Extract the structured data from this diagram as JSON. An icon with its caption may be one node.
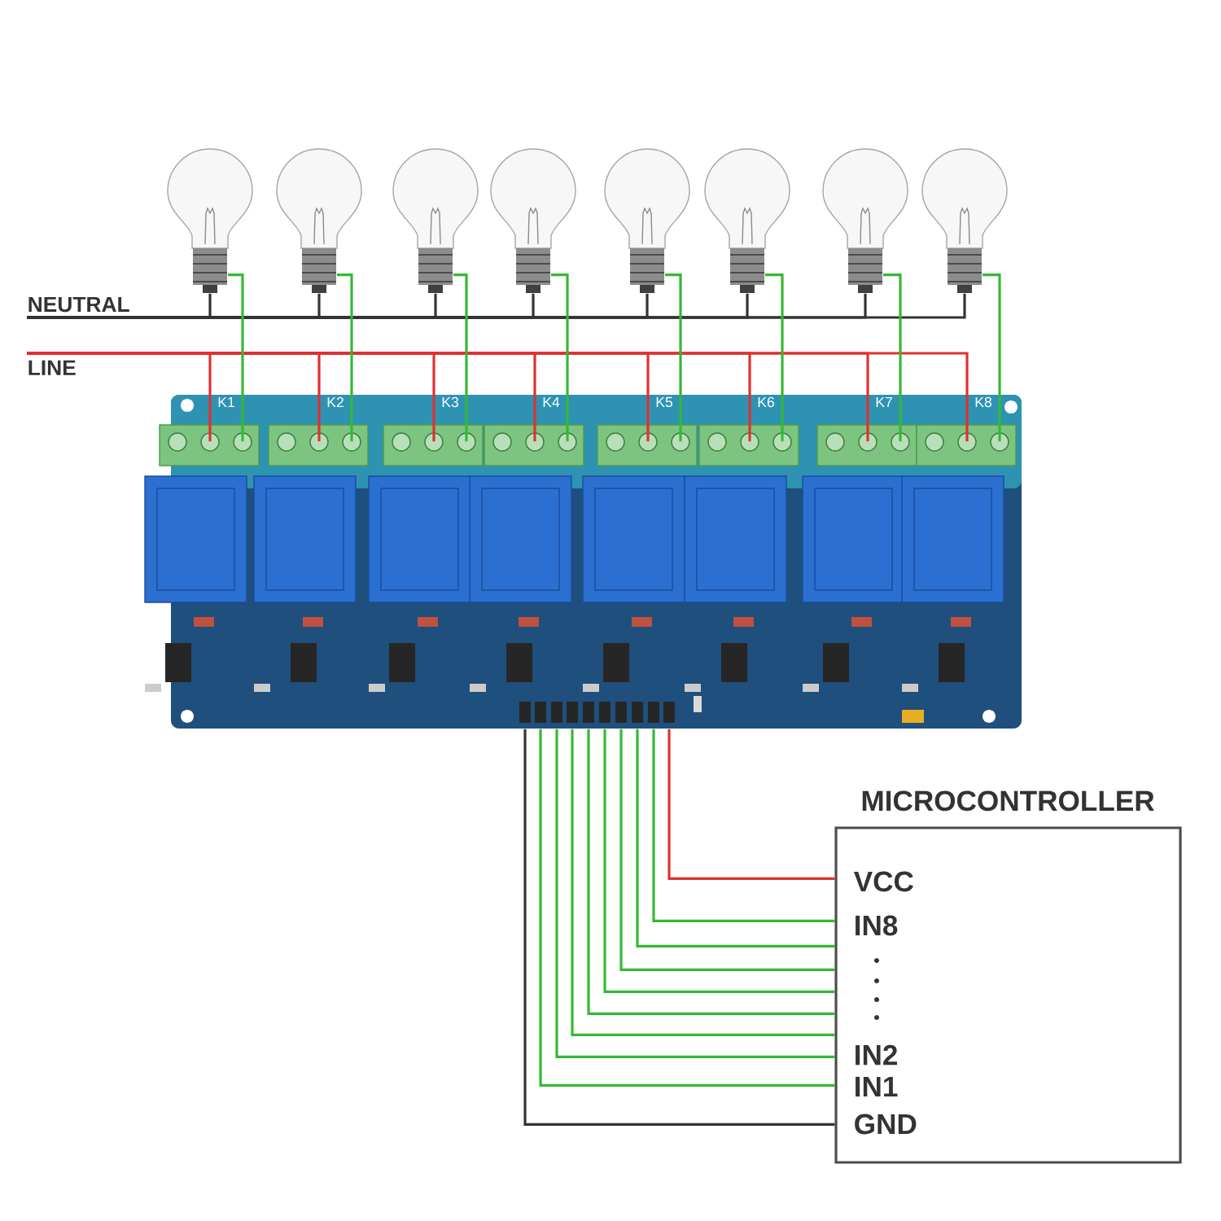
{
  "diagram": {
    "nodes": [
      {
        "text": [],
        "shape": "picture"
      },
      {
        "text": [],
        "shape": "picture"
      },
      {
        "text": [],
        "shape": "picture"
      },
      {
        "text": [],
        "shape": "picture"
      },
      {
        "text": [],
        "shape": "picture"
      },
      {
        "text": [],
        "shape": "picture"
      },
      {
        "text": [],
        "shape": "picture"
      },
      {
        "text": [],
        "shape": "picture"
      },
      {
        "text": [],
        "shape": "picture"
      },
      {
        "text": [
          "NEUTRAL"
        ]
      },
      {
        "text": [
          "LINE"
        ]
      },
      {
        "text": [
          "MICROCONTROLLER",
          "VCC",
          "IN8",
          "IN2",
          "IN1",
          "GND"
        ]
      }
    ],
    "edges": [
      {
        "from": 9,
        "to": 0,
        "arrow": "none",
        "color": "#333333"
      },
      {
        "from": 9,
        "to": 1,
        "arrow": "none",
        "color": "#333333"
      },
      {
        "from": 9,
        "to": 2,
        "arrow": "none",
        "color": "#333333"
      },
      {
        "from": 9,
        "to": 3,
        "arrow": "none",
        "color": "#333333"
      },
      {
        "from": 9,
        "to": 4,
        "arrow": "none",
        "color": "#333333"
      },
      {
        "from": 9,
        "to": 5,
        "arrow": "none",
        "color": "#333333"
      },
      {
        "from": 9,
        "to": 6,
        "arrow": "none",
        "color": "#333333"
      },
      {
        "from": 9,
        "to": 7,
        "arrow": "none",
        "color": "#333333"
      },
      {
        "from": 10,
        "to": 8,
        "arrow": "none",
        "color": "#e03030"
      },
      {
        "from": 10,
        "to": 8,
        "arrow": "none",
        "color": "#e03030"
      },
      {
        "from": 10,
        "to": 8,
        "arrow": "none",
        "color": "#e03030"
      },
      {
        "from": 10,
        "to": 8,
        "arrow": "none",
        "color": "#e03030"
      },
      {
        "from": 10,
        "to": 8,
        "arrow": "none",
        "color": "#e03030"
      },
      {
        "from": 10,
        "to": 8,
        "arrow": "none",
        "color": "#e03030"
      },
      {
        "from": 10,
        "to": 8,
        "arrow": "none",
        "color": "#e03030"
      },
      {
        "from": 10,
        "to": 8,
        "arrow": "none",
        "color": "#e03030"
      },
      {
        "from": 0,
        "to": 8,
        "arrow": "none"
      },
      {
        "from": 1,
        "to": 8,
        "arrow": "none"
      },
      {
        "from": 2,
        "to": 8,
        "arrow": "none"
      },
      {
        "from": 3,
        "to": 8,
        "arrow": "none"
      },
      {
        "from": 4,
        "to": 8,
        "arrow": "none"
      },
      {
        "from": 5,
        "to": 8,
        "arrow": "none"
      },
      {
        "from": 6,
        "to": 8,
        "arrow": "none"
      },
      {
        "from": 7,
        "to": 8,
        "arrow": "none"
      },
      {
        "from": 8,
        "to": 11,
        "arrow": "none",
        "color": "#333333"
      },
      {
        "from": 8,
        "to": 11,
        "arrow": "none"
      },
      {
        "from": 8,
        "to": 11,
        "arrow": "none"
      },
      {
        "from": 8,
        "to": 11,
        "arrow": "none"
      },
      {
        "from": 8,
        "to": 11,
        "arrow": "none"
      },
      {
        "from": 8,
        "to": 11,
        "arrow": "none"
      },
      {
        "from": 8,
        "to": 11,
        "arrow": "none"
      },
      {
        "from": 8,
        "to": 11,
        "arrow": "none"
      },
      {
        "from": 8,
        "to": 11,
        "arrow": "none"
      },
      {
        "from": 8,
        "to": 11,
        "arrow": "none",
        "color": "#e03030"
      }
    ],
    "labels": [
      "K1",
      "K2",
      "K3",
      "K4",
      "K5",
      "K6",
      "K7",
      "K8"
    ]
  }
}
